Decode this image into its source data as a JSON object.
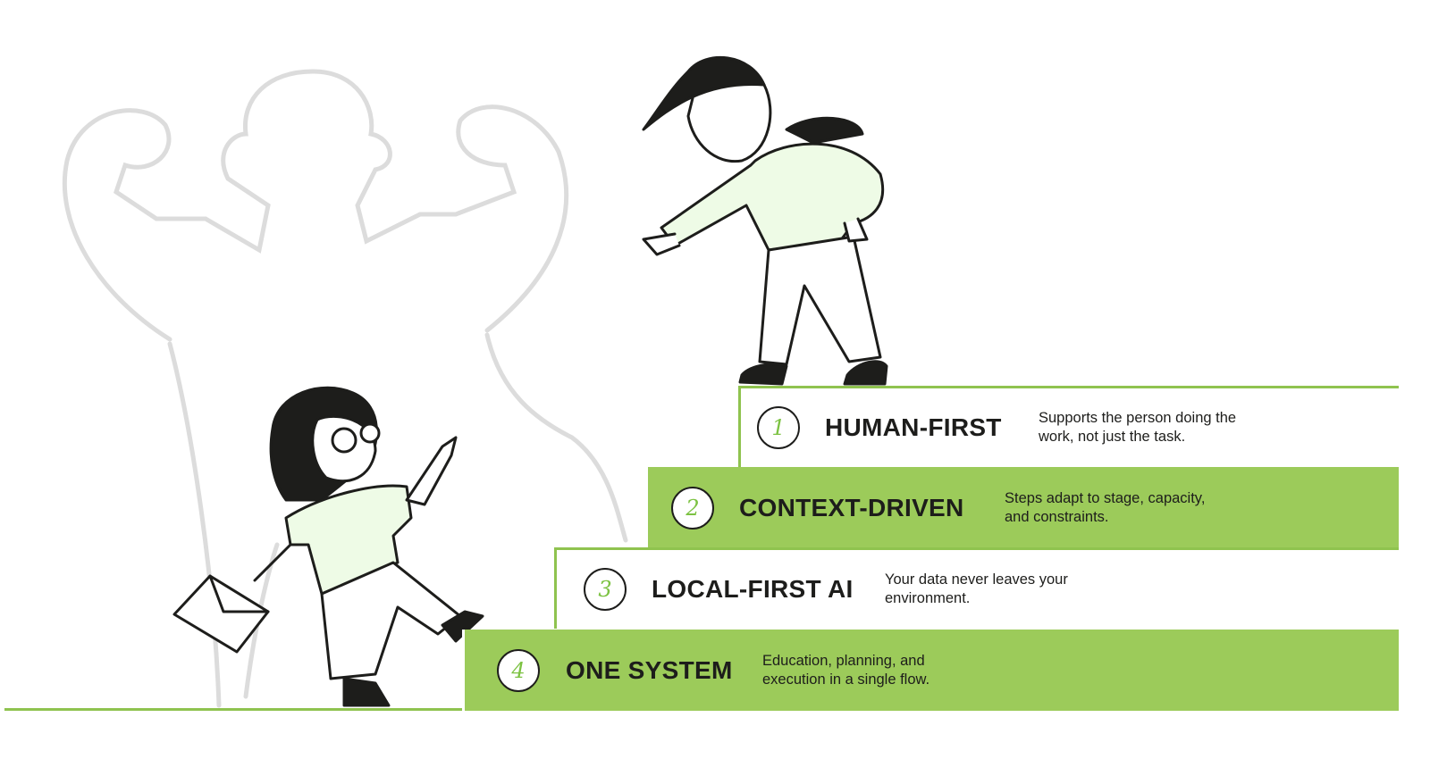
{
  "colors": {
    "accent": "#9ccb5a",
    "ink": "#1d1d1b",
    "shirt": "#eefbe6",
    "ghost": "#dcdcdc"
  },
  "steps": [
    {
      "number": "1",
      "title": "HUMAN-FIRST",
      "description": "Supports the person doing the work, not just the task."
    },
    {
      "number": "2",
      "title": "CONTEXT-DRIVEN",
      "description": "Steps adapt to stage, capacity, and constraints."
    },
    {
      "number": "3",
      "title": "LOCAL-FIRST AI",
      "description": "Your data never leaves your environment."
    },
    {
      "number": "4",
      "title": "ONE SYSTEM",
      "description": "Education, planning, and execution in a single flow."
    }
  ]
}
